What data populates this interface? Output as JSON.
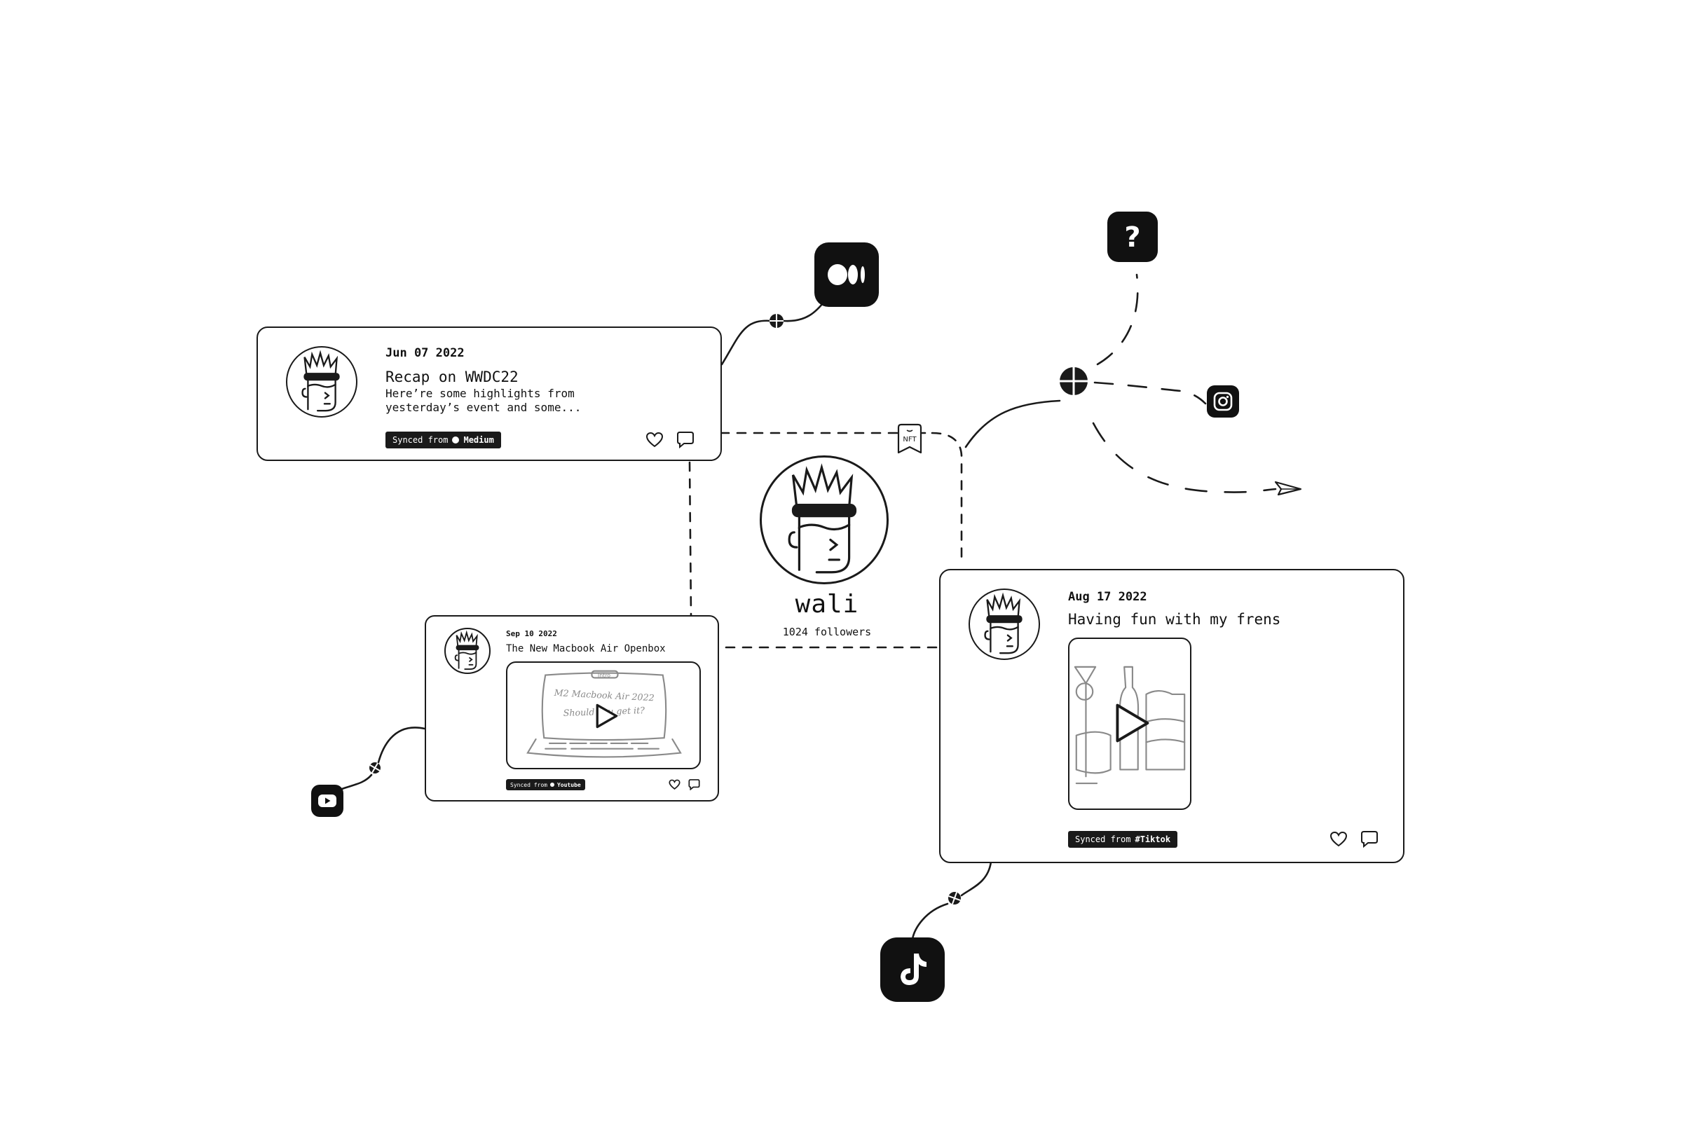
{
  "profile": {
    "name": "wali",
    "followers": "1024 followers",
    "avatar_icon": "avatar-icon"
  },
  "posts": [
    {
      "date": "Jun 07 2022",
      "title": "Recap on WWDC22",
      "excerpt_line1": "Here’re some highlights from",
      "excerpt_line2": "yesterday’s event and some...",
      "synced_prefix": "Synced from",
      "source": "Medium",
      "like_icon": "heart-icon",
      "comment_icon": "comment-icon"
    },
    {
      "date": "Sep 10 2022",
      "title": "The New Macbook Air Openbox",
      "thumb_text_line1": "M2 Macbook Air 2022",
      "thumb_text_line2": "Should you get it?",
      "thumb_screen_label": "Intro",
      "synced_prefix": "Synced from",
      "source": "Youtube",
      "like_icon": "heart-icon",
      "comment_icon": "comment-icon"
    },
    {
      "date": "Aug 17 2022",
      "title": "Having fun with my frens",
      "synced_prefix": "Synced from",
      "source": "#Tiktok",
      "like_icon": "heart-icon",
      "comment_icon": "comment-icon"
    }
  ],
  "nodes": {
    "medium": "medium-icon",
    "unknown": "question-mark-icon",
    "unknown_label": "?",
    "instagram": "instagram-icon",
    "youtube": "youtube-icon",
    "tiktok": "tiktok-icon",
    "send": "paper-plane-icon",
    "nft_label": "NFT"
  },
  "colors": {
    "ink": "#1a1a1a",
    "background": "#ffffff",
    "badge": "#1a1a1a",
    "thumbnail_sketch": "#8a8a8a"
  }
}
